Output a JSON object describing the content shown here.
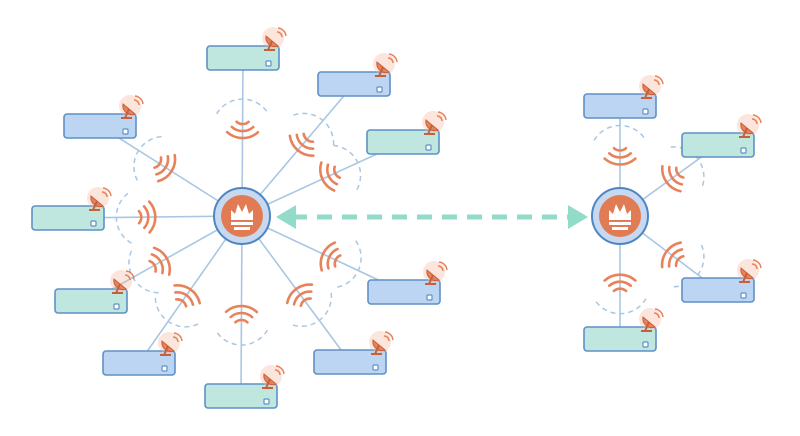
{
  "diagram": {
    "type": "network-topology",
    "colors": {
      "link": "#a9c7e2",
      "signal": "#e8825a",
      "signal_halo": "#f3b59b",
      "guard_dash": "#a9c7e2",
      "hub_fill": "#c6d9f1",
      "hub_stroke": "#4e85c2",
      "hub_core": "#e07b53",
      "arrow": "#92dbc9",
      "device_blue": "#bcd5f3",
      "device_green": "#bfe6df",
      "device_stroke": "#5f90c6"
    },
    "icons": {
      "hub": "flame-icon",
      "device_antenna": "satellite-dish-icon",
      "signal": "wireless-waves-icon",
      "link_arrow": "bidirectional-arrow"
    },
    "clusters": [
      {
        "name": "left-cluster",
        "hub": {
          "icon": "flame-icon"
        },
        "devices": [
          {
            "color": "green"
          },
          {
            "color": "blue"
          },
          {
            "color": "green"
          },
          {
            "color": "blue"
          },
          {
            "color": "green"
          },
          {
            "color": "blue"
          },
          {
            "color": "green"
          },
          {
            "color": "blue"
          },
          {
            "color": "blue"
          },
          {
            "color": "green"
          },
          {
            "color": "blue"
          }
        ]
      },
      {
        "name": "right-cluster",
        "hub": {
          "icon": "flame-icon"
        },
        "devices": [
          {
            "color": "blue"
          },
          {
            "color": "green"
          },
          {
            "color": "blue"
          },
          {
            "color": "green"
          }
        ]
      }
    ],
    "connection": {
      "style": "dashed",
      "direction": "bidirectional"
    }
  }
}
